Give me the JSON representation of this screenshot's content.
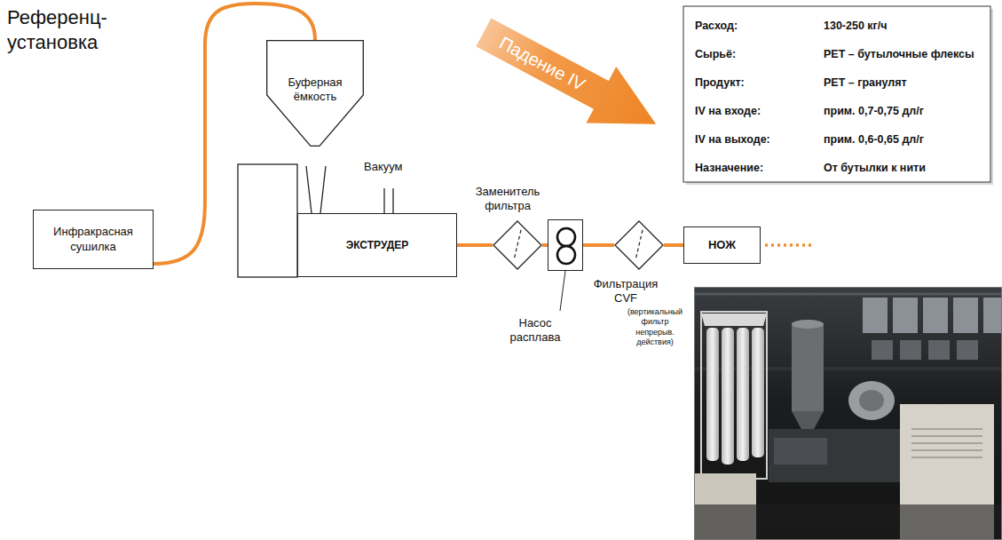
{
  "diagram": {
    "title": "Референц- установка",
    "nodes": [
      {
        "text": [
          "Инфракрасная сушилка"
        ]
      },
      {
        "text": [
          "Буферная ёмкость"
        ]
      },
      {
        "text": [
          "ЭКСТРУДЕР"
        ]
      },
      {
        "text": [
          "Заменитель фильтра"
        ]
      },
      {
        "text": [
          "Насос расплава"
        ]
      },
      {
        "text": [
          "Фильтрация CVF",
          "(вертикальный фильтр непрерыв. действия)"
        ]
      },
      {
        "text": [
          "НОЖ"
        ]
      },
      {
        "text": [
          "Падение IV"
        ]
      }
    ],
    "edges": [
      {
        "from": 0,
        "to": 1,
        "arrow": "none"
      },
      {
        "from": 1,
        "to": 2,
        "arrow": "none"
      },
      {
        "from": 2,
        "to": 3,
        "arrow": "none"
      },
      {
        "from": 3,
        "to": 4,
        "arrow": "none"
      },
      {
        "from": 4,
        "to": 5,
        "arrow": "none"
      },
      {
        "from": 5,
        "to": 6,
        "arrow": "none"
      }
    ],
    "labels": [
      "Вакуум",
      "Расход:",
      "130-250 кг/ч",
      "Сырьё:",
      "PET – бутылочные флексы",
      "Продукт:",
      "PET – гранулят",
      "IV на входе:",
      "прим. 0,7-0,75 дл/г",
      "IV на выходе:",
      "прим. 0,6-0,65 дл/г",
      "Назначение:",
      "От бутылки к нити"
    ]
  }
}
